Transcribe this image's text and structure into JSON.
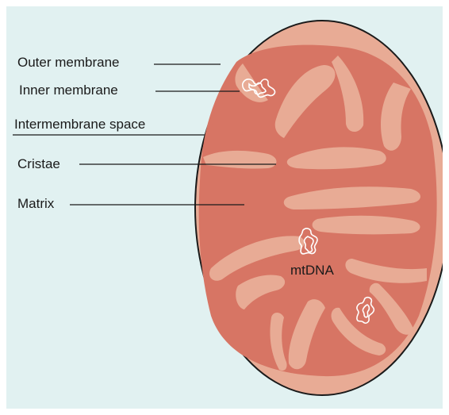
{
  "labels": {
    "outer_membrane": "Outer membrane",
    "inner_membrane": "Inner membrane",
    "intermembrane_space": "Intermembrane space",
    "cristae": "Cristae",
    "matrix": "Matrix",
    "mtdna": "mtDNA"
  },
  "colors": {
    "background": "#e1f1f1",
    "outer_membrane_fill": "#e8ab95",
    "matrix_fill": "#d77564",
    "cristae_fill": "#e8ab95",
    "outline": "#1a1a1a",
    "dna": "#ffffff"
  }
}
